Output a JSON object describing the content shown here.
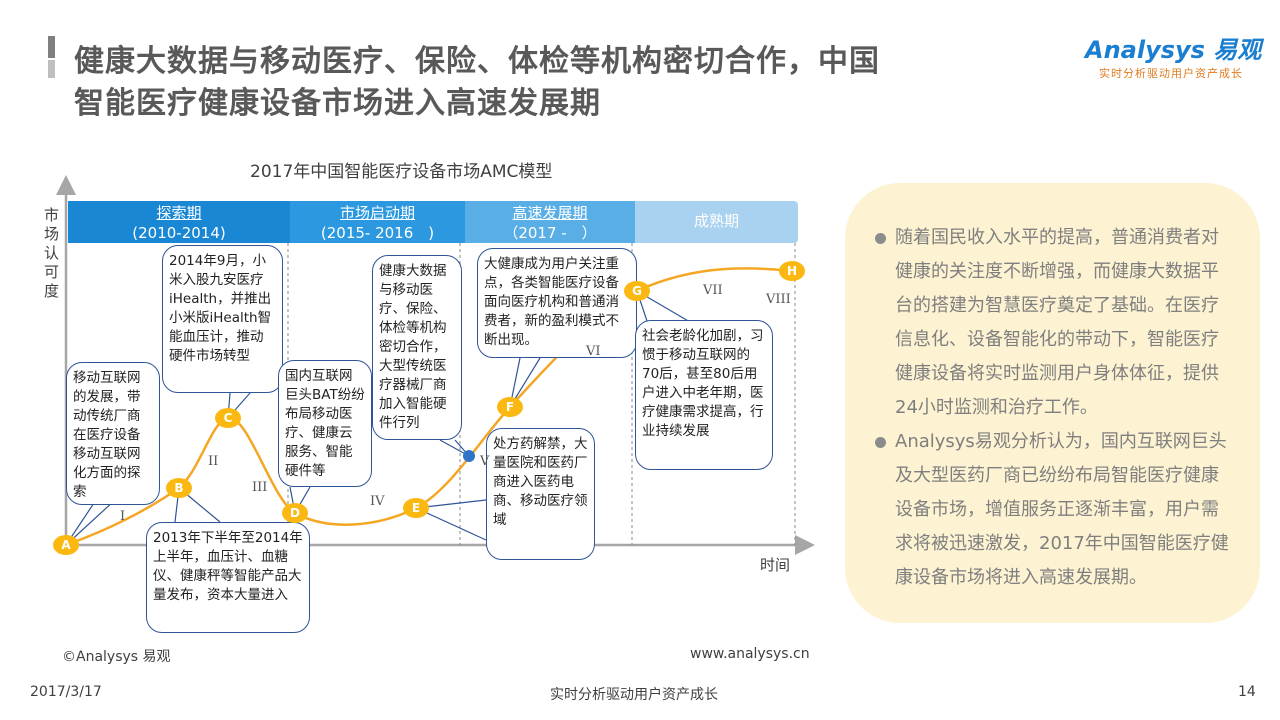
{
  "header": {
    "title_line1": "健康大数据与移动医疗、保险、体检等机构密切合作，中国",
    "title_line2": "智能医疗健康设备市场进入高速发展期"
  },
  "logo": {
    "brand": "Analysys 易观",
    "slogan": "实时分析驱动用户资产成长"
  },
  "diagram": {
    "title": "2017年中国智能医疗设备市场AMC模型",
    "y_label": "市场认可度",
    "x_label": "时间",
    "phases": [
      {
        "name": "探索期",
        "years": "(2010-2014)",
        "color": "#1a87d5"
      },
      {
        "name": "市场启动期",
        "years": "(2015- 2016　)",
        "color": "#2b98df"
      },
      {
        "name": "高速发展期",
        "years": "（2017 -　）",
        "color": "#5aaee6"
      },
      {
        "name": "成熟期",
        "years": "",
        "color": "#a8d2ef"
      }
    ],
    "points": [
      "A",
      "B",
      "C",
      "D",
      "E",
      "F",
      "G",
      "H"
    ],
    "stages": [
      "I",
      "II",
      "III",
      "IV",
      "V",
      "VI",
      "VII",
      "VIII"
    ],
    "callouts": [
      "移动互联网的发展，带动传统厂商在医疗设备移动互联网化方面的探索",
      "2014年9月，小米入股九安医疗iHealth，并推出小米版iHealth智能血压计，推动硬件市场转型",
      "国内互联网巨头BAT纷纷布局移动医疗、健康云服务、智能硬件等",
      "健康大数据与移动医疗、保险、体检等机构密切合作，大型传统医疗器械厂商加入智能硬件行列",
      "大健康成为用户关注重点，各类智能医疗设备面向医疗机构和普通消费者，新的盈利模式不断出现。",
      "社会老龄化加剧，习惯于移动互联网的70后，甚至80后用户进入中老年期，医疗健康需求提高，行业持续发展",
      "处方药解禁，大量医院和医药厂商进入医药电商、移动医疗领域",
      "2013年下半年至2014年上半年，血压计、血糖仪、健康秤等智能产品大量发布，资本大量进入"
    ],
    "accent_color": "#f5a623"
  },
  "panel": {
    "bullets": [
      "随着国民收入水平的提高，普通消费者对健康的关注度不断增强，而健康大数据平台的搭建为智慧医疗奠定了基础。在医疗信息化、设备智能化的带动下，智能医疗健康设备将实时监测用户身体体征，提供24小时监测和治疗工作。",
      "Analysys易观分析认为，国内互联网巨头及大型医药厂商已纷纷布局智能医疗健康设备市场，增值服务正逐渐丰富，用户需求将被迅速激发，2017年中国智能医疗健康设备市场将进入高速发展期。"
    ]
  },
  "footer": {
    "copyright": "©Analysys 易观",
    "website": "www.analysys.cn",
    "date": "2017/3/17",
    "slogan": "实时分析驱动用户资产成长",
    "page": "14"
  }
}
